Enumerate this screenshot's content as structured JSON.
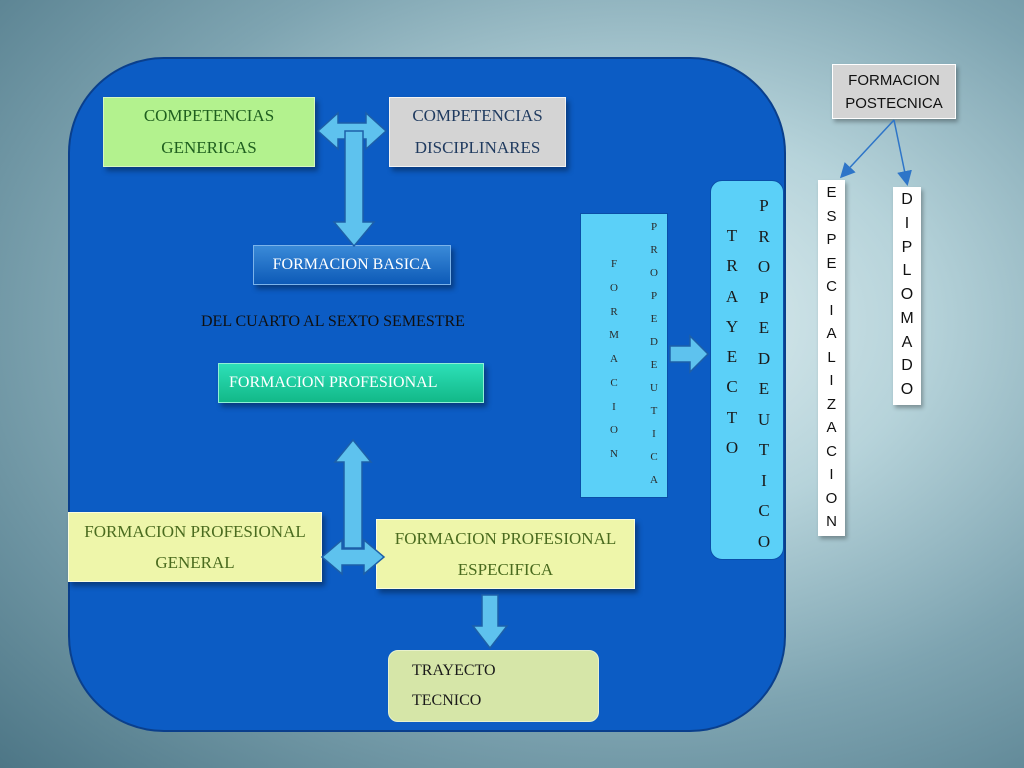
{
  "diagram": {
    "competencias_genericas": [
      "COMPETENCIAS",
      "GENERICAS"
    ],
    "competencias_disciplinares": [
      "COMPETENCIAS",
      "DISCIPLINARES"
    ],
    "formacion_basica": "FORMACION BASICA",
    "semestres": "DEL CUARTO AL SEXTO SEMESTRE",
    "formacion_profesional": "FORMACION PROFESIONAL",
    "fp_general": [
      "FORMACION PROFESIONAL",
      "GENERAL"
    ],
    "fp_especifica": [
      "FORMACION PROFESIONAL",
      "ESPECIFICA"
    ],
    "trayecto_tecnico": [
      "TRAYECTO",
      "TECNICO"
    ],
    "formacion_vertical": "FORMACION",
    "propedeutica_vertical": "PROPEDEUTICA",
    "trayecto_vertical": "TRAYECTO",
    "propedeutico_vertical": "PROPEDEUTICO",
    "formacion_postecnica": [
      "FORMACION",
      "POSTECNICA"
    ],
    "especializacion_vertical": "ESPECIALIZACION",
    "diplomado_vertical": "DIPLOMADO"
  },
  "colors": {
    "panel": "#0c5cc4",
    "arrow_fill": "#5ec2ee",
    "arrow_stroke": "#1d5fa8",
    "connector": "#2e75c8"
  }
}
